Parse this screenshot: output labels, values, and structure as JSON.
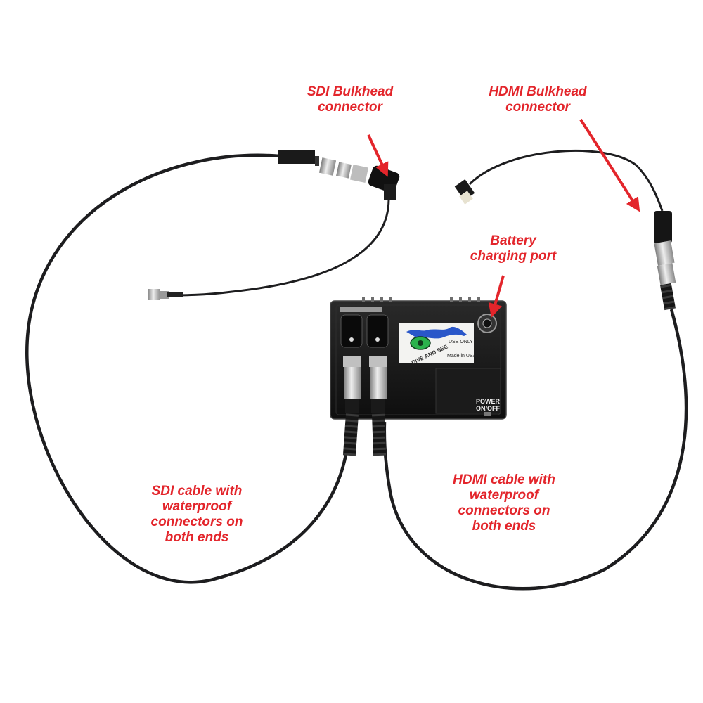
{
  "callouts": {
    "sdi_bulkhead": [
      "SDI Bulkhead",
      "connector"
    ],
    "hdmi_bulkhead": [
      "HDMI Bulkhead",
      "connector"
    ],
    "battery_port": [
      "Battery",
      "charging port"
    ],
    "sdi_cable": [
      "SDI cable with",
      "waterproof",
      "connectors on",
      "both ends"
    ],
    "hdmi_cable": [
      "HDMI cable with",
      "waterproof",
      "connectors on",
      "both ends"
    ]
  },
  "device": {
    "power_label": [
      "POWER",
      "ON/OFF"
    ],
    "sticker_brand": "DIVE AND SEE",
    "sticker_made_in": "Made in USA",
    "sticker_use_only": "USE ONLY"
  },
  "colors": {
    "callout_text": "#e3252b",
    "arrow": "#e3252b",
    "cable": "#1d1d1f",
    "housing": "#161616",
    "connector_metal": "#c9c9c9",
    "eye_green": "#2bb24c",
    "diver_blue": "#2a57c9"
  }
}
